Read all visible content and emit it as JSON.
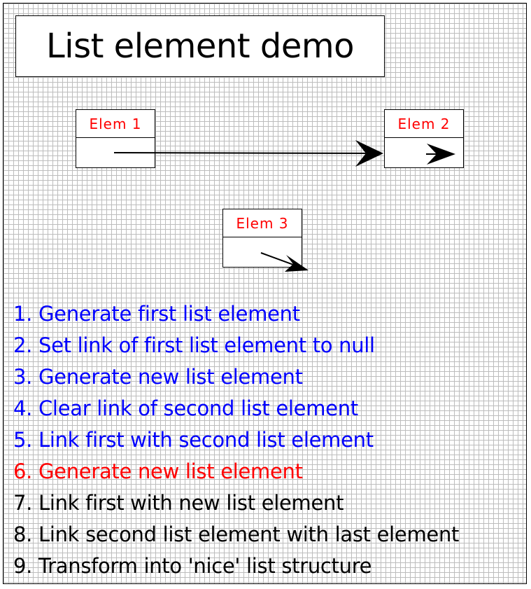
{
  "title": "List element demo",
  "elements": [
    {
      "label": "Elem 1",
      "link": "Elem 2"
    },
    {
      "label": "Elem 2",
      "link": null
    },
    {
      "label": "Elem 3",
      "link": null
    }
  ],
  "steps": [
    {
      "text": "1. Generate first list element",
      "status": "done"
    },
    {
      "text": "2. Set link of first list element to null",
      "status": "done"
    },
    {
      "text": "3. Generate new list element",
      "status": "done"
    },
    {
      "text": "4. Clear link of second list element",
      "status": "done"
    },
    {
      "text": "5. Link first with second list element",
      "status": "done"
    },
    {
      "text": "6. Generate new list element",
      "status": "current"
    },
    {
      "text": "7. Link first with new list element",
      "status": "pending"
    },
    {
      "text": "8. Link second list element with last element",
      "status": "pending"
    },
    {
      "text": "9. Transform into 'nice' list structure",
      "status": "pending"
    }
  ],
  "colors": {
    "done": "#0000ff",
    "current": "#ff0000",
    "pending": "#000000",
    "element_label": "#ff0000",
    "grid": "#bdbdbd"
  }
}
